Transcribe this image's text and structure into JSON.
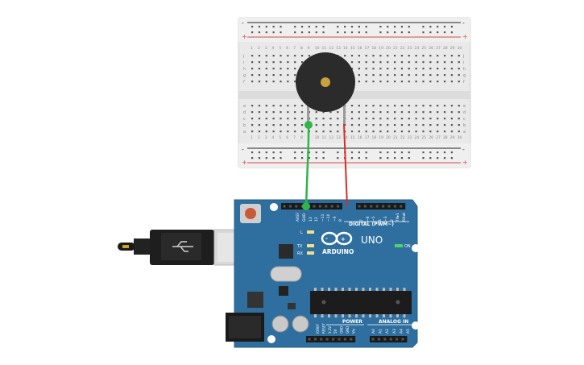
{
  "breadboard": {
    "rows_top": [
      "j",
      "i",
      "h",
      "g",
      "f"
    ],
    "rows_bottom": [
      "e",
      "d",
      "c",
      "b",
      "a"
    ],
    "columns": [
      "1",
      "2",
      "3",
      "4",
      "5",
      "6",
      "7",
      "8",
      "9",
      "10",
      "11",
      "12",
      "13",
      "14",
      "15",
      "16",
      "17",
      "18",
      "19",
      "20",
      "21",
      "22",
      "23",
      "24",
      "25",
      "26",
      "27",
      "28",
      "29",
      "30"
    ],
    "rail_minus": "-",
    "rail_plus": "+"
  },
  "arduino": {
    "logo_text": "ARDUINO",
    "model": "UNO",
    "on_label": "ON",
    "led_l": "L",
    "led_tx": "TX",
    "led_rx": "RX",
    "digital_header": "DIGITAL (PWM~)",
    "power_header": "POWER",
    "analog_header": "ANALOG IN",
    "digital_pins": [
      "AREF",
      "GND",
      "13",
      "12",
      "~11",
      "~10",
      "~9",
      "8",
      "7",
      "~6",
      "~5",
      "4",
      "~3",
      "2",
      "TX▸1",
      "RX◂0"
    ],
    "power_pins": [
      "IOREF",
      "RESET",
      "3.3V",
      "5V",
      "GND",
      "GND",
      "Vin"
    ],
    "analog_pins": [
      "A0",
      "A1",
      "A2",
      "A3",
      "A4",
      "A5"
    ]
  },
  "colors": {
    "board": "#2f6f9f",
    "board_edge": "#255d87",
    "breadboard": "#e9e9e9",
    "rail_red": "#d84a4a",
    "wire_green": "#2fb54a",
    "wire_red": "#d0302a",
    "buzzer": "#2b2b2b"
  }
}
